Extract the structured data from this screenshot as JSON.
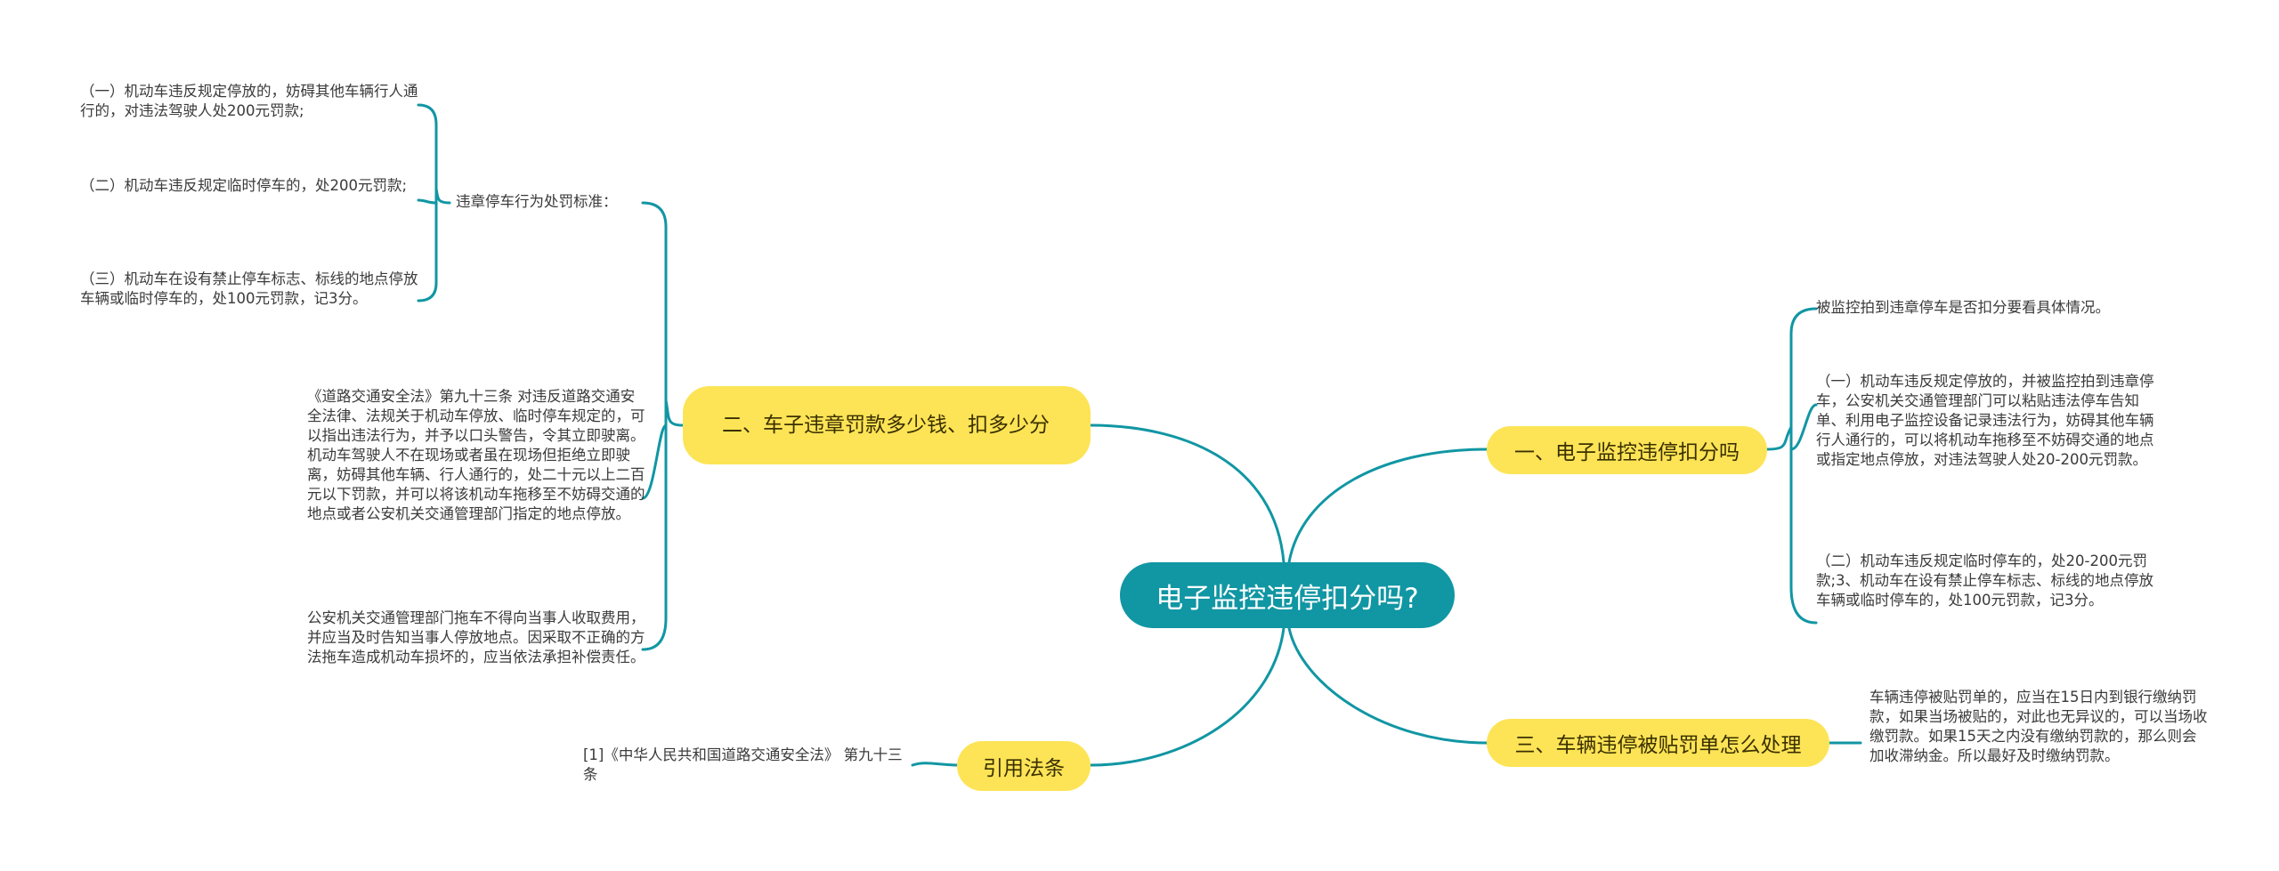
{
  "root": {
    "label": "电子监控违停扣分吗?"
  },
  "branches": {
    "b1": {
      "label": "一、电子监控违停扣分吗",
      "leaves": [
        "被监控拍到违章停车是否扣分要看具体情况。",
        "（一）机动车违反规定停放的，并被监控拍到违章停车，公安机关交通管理部门可以粘贴违法停车告知单、利用电子监控设备记录违法行为，妨碍其他车辆行人通行的，可以将机动车拖移至不妨碍交通的地点或指定地点停放，对违法驾驶人处20-200元罚款。",
        "（二）机动车违反规定临时停车的，处20-200元罚款;3、机动车在设有禁止停车标志、标线的地点停放车辆或临时停车的，处100元罚款，记3分。"
      ]
    },
    "b2": {
      "label": "二、车子违章罚款多少钱、扣多少分",
      "sub": {
        "label": "违章停车行为处罚标准：",
        "leaves": [
          "（一）机动车违反规定停放的，妨碍其他车辆行人通行的，对违法驾驶人处200元罚款;",
          "（二）机动车违反规定临时停车的，处200元罚款;",
          "（三）机动车在设有禁止停车标志、标线的地点停放车辆或临时停车的，处100元罚款，记3分。"
        ]
      },
      "leaves": [
        "《道路交通安全法》第九十三条 对违反道路交通安全法律、法规关于机动车停放、临时停车规定的，可以指出违法行为，并予以口头警告，令其立即驶离。机动车驾驶人不在现场或者虽在现场但拒绝立即驶离，妨碍其他车辆、行人通行的，处二十元以上二百元以下罚款，并可以将该机动车拖移至不妨碍交通的地点或者公安机关交通管理部门指定的地点停放。",
        "公安机关交通管理部门拖车不得向当事人收取费用，并应当及时告知当事人停放地点。因采取不正确的方法拖车造成机动车损坏的，应当依法承担补偿责任。"
      ]
    },
    "b3": {
      "label": "三、车辆违停被贴罚单怎么处理",
      "leaves": [
        "车辆违停被贴罚单的，应当在15日内到银行缴纳罚款，如果当场被贴的，对此也无异议的，可以当场收缴罚款。如果15天之内没有缴纳罚款的，那么则会加收滞纳金。所以最好及时缴纳罚款。"
      ]
    },
    "b4": {
      "label": "引用法条",
      "leaves": [
        "[1]《中华人民共和国道路交通安全法》 第九十三条"
      ]
    }
  },
  "colors": {
    "root_fill": "#1196a3",
    "branch_fill": "#fde456",
    "link": "#1196a3",
    "text": "#3a3a3a"
  }
}
